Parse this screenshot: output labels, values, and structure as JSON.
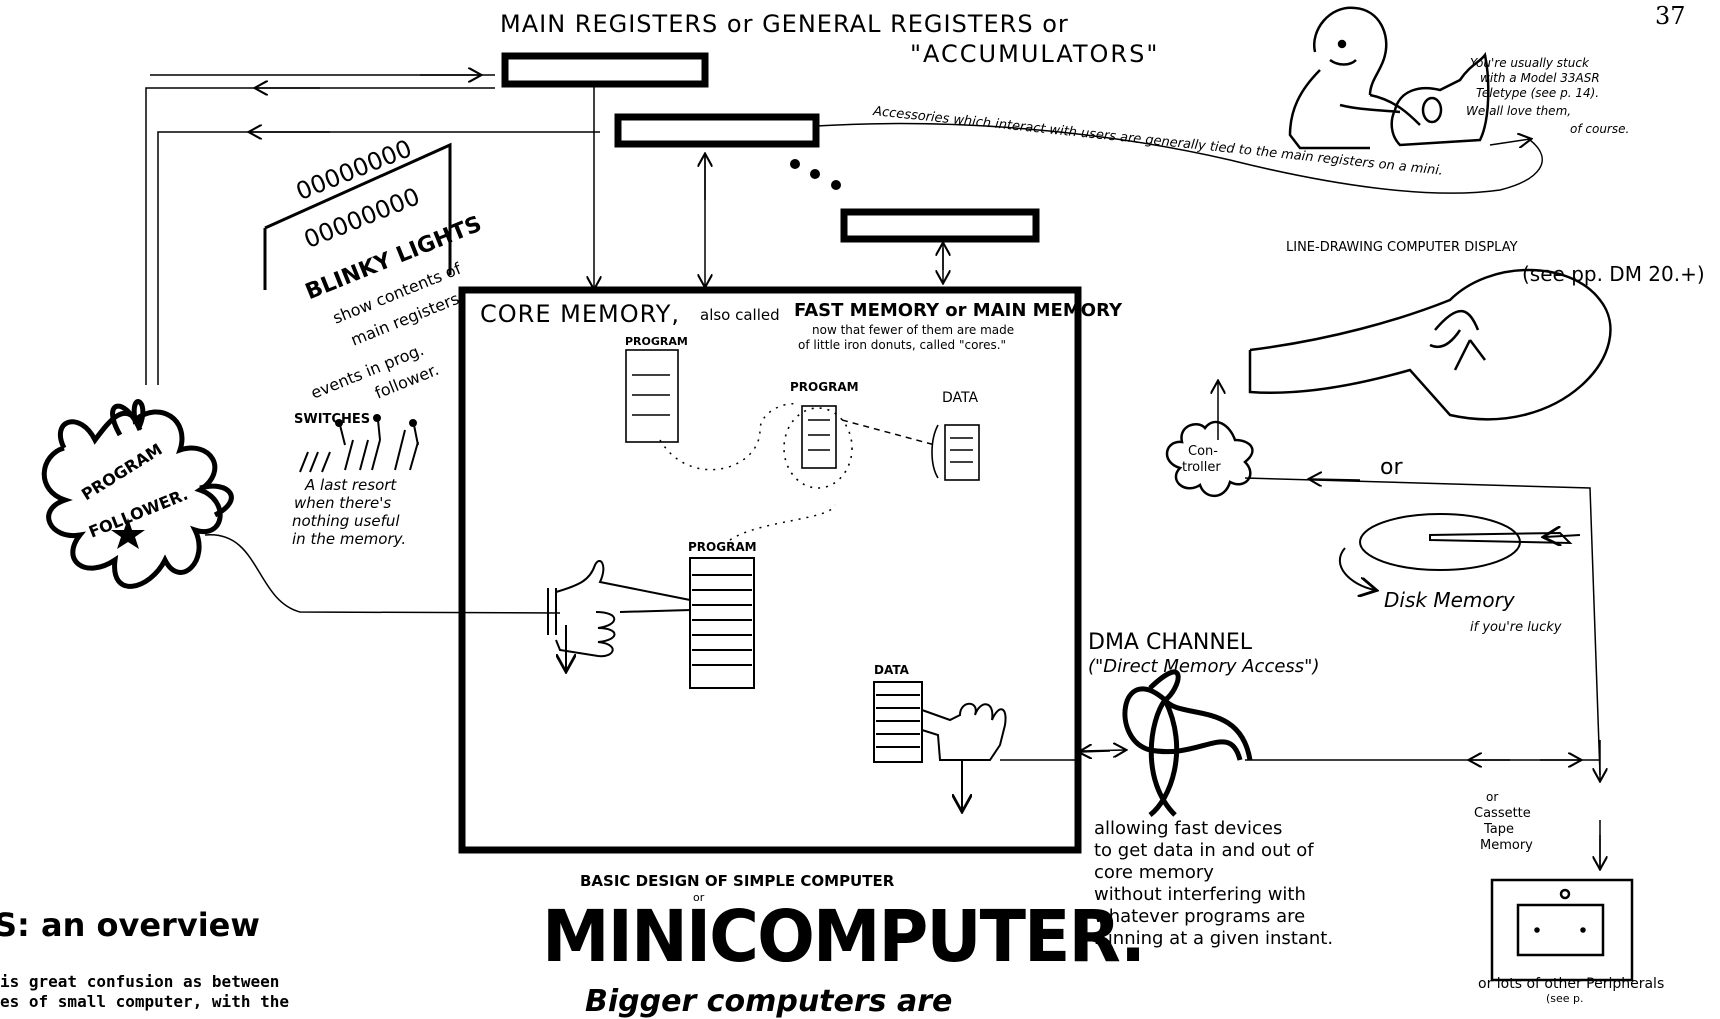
{
  "page_number": "37",
  "registers": {
    "title_line1": "MAIN REGISTERS or GENERAL REGISTERS or",
    "title_line2": "\"ACCUMULATORS\""
  },
  "blinky_lights": {
    "row1": "00000000",
    "row2": "00000000",
    "title": "BLINKY LIGHTS",
    "desc_1": "show contents of",
    "desc_2": "main registers,",
    "desc_3": "events in prog.",
    "desc_4": "follower."
  },
  "switches": {
    "label": "SWITCHES",
    "desc_1": "A last resort",
    "desc_2": "when there's",
    "desc_3": "nothing useful",
    "desc_4": "in the memory."
  },
  "program_follower": {
    "line1": "PROGRAM",
    "line2": "FOLLOWER."
  },
  "core_memory": {
    "title": "CORE MEMORY,",
    "also": "also called",
    "fast": "FAST MEMORY or MAIN MEMORY",
    "note_1": "now that fewer of them are made",
    "note_2": "of little iron donuts, called \"cores.\"",
    "program_a": "PROGRAM",
    "program_b": "PROGRAM",
    "program_c": "PROGRAM",
    "data_a": "DATA",
    "data_b": "DATA"
  },
  "accessories": "Accessories which interact with users are generally tied to the main registers on a mini.",
  "teletype": {
    "line1": "You're usually stuck",
    "line2": "with a Model 33ASR",
    "line3": "Teletype (see p. 14).",
    "line4": "We all love them,",
    "line5": "of course."
  },
  "display": {
    "title": "LINE-DRAWING COMPUTER DISPLAY",
    "see": "(see pp. DM 20.+)"
  },
  "controller": {
    "line1": "Con-",
    "line2": "troller"
  },
  "or_label": "or",
  "disk": {
    "title": "Disk Memory",
    "sub": "if you're lucky"
  },
  "dma": {
    "title": "DMA CHANNEL",
    "sub": "(\"Direct Memory Access\")",
    "desc_1": "allowing fast devices",
    "desc_2": "to get data in and out of",
    "desc_3": "core memory",
    "desc_4": "without interfering with",
    "desc_5": "whatever programs are",
    "desc_6": "running at a given instant."
  },
  "cassette": {
    "or": "or",
    "line1": "Cassette",
    "line2": "Tape",
    "line3": "Memory"
  },
  "peripherals": {
    "line1": "or lots of other Peripherals",
    "line2": "(see p."
  },
  "caption": {
    "small": "BASIC DESIGN OF SIMPLE COMPUTER",
    "or": "or",
    "big": "MINICOMPUTER.",
    "cut": "Bigger computers are"
  },
  "overview": {
    "heading": "S: an overview",
    "line1": "is great confusion as between",
    "line2": "es of small computer, with the"
  },
  "colors": {
    "ink": "#000000",
    "paper": "#ffffff"
  }
}
